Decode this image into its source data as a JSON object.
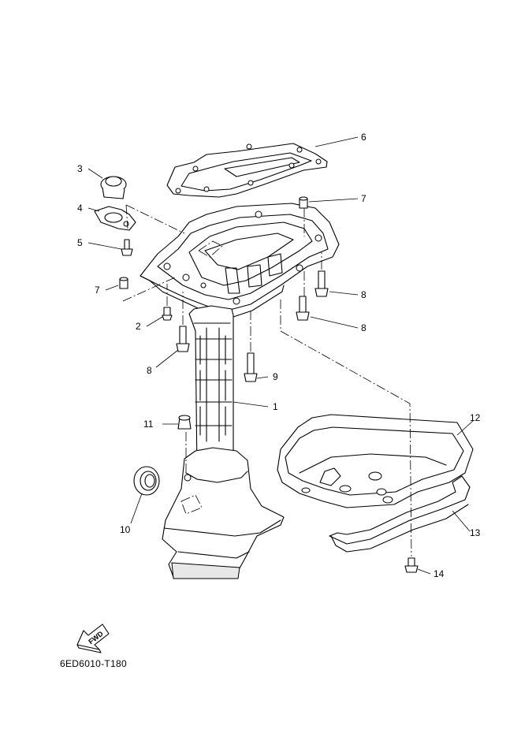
{
  "figure_code": "6ED6010-T180",
  "fwd_label": "FWD",
  "callouts": [
    "1",
    "2",
    "3",
    "4",
    "5",
    "6",
    "7",
    "7",
    "8",
    "8",
    "8",
    "9",
    "10",
    "11",
    "12",
    "13",
    "14"
  ]
}
